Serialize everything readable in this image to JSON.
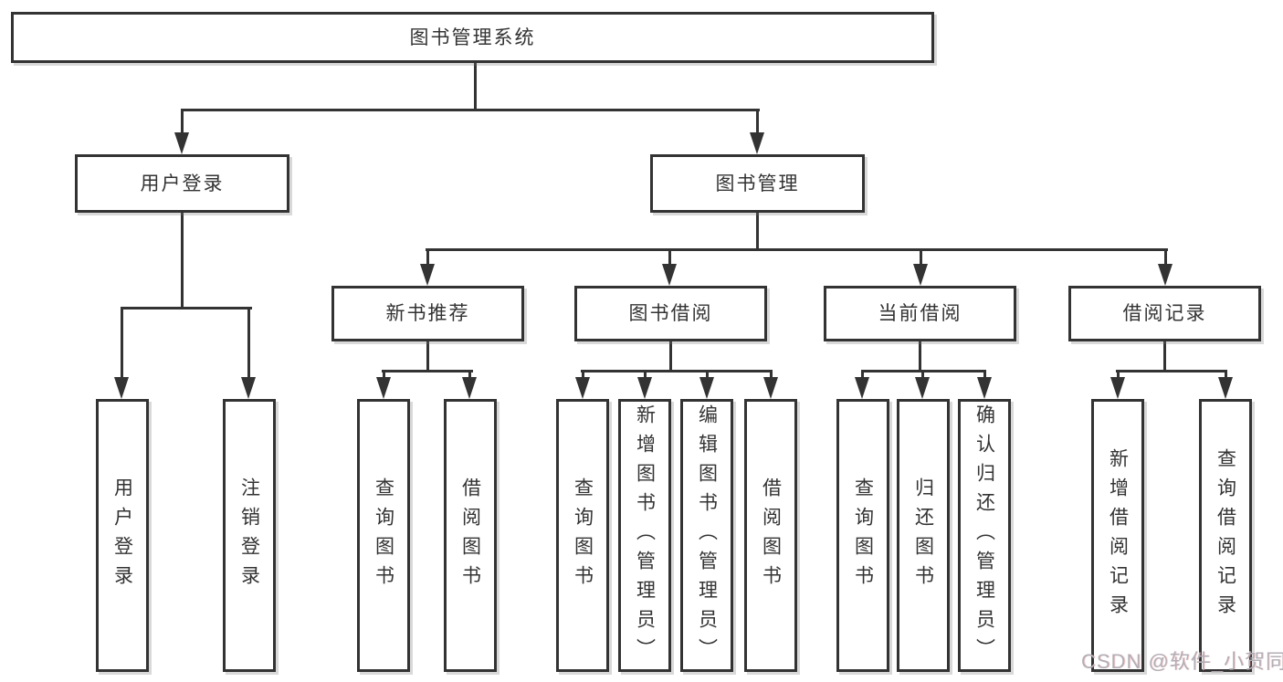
{
  "diagram": {
    "type": "hierarchy-tree",
    "root": {
      "label": "图书管理系统"
    },
    "level2": {
      "user_login": {
        "label": "用户登录"
      },
      "book_mgmt": {
        "label": "图书管理"
      }
    },
    "level3": {
      "new_books": {
        "label": "新书推荐",
        "parent": "图书管理"
      },
      "book_borrow": {
        "label": "图书借阅",
        "parent": "图书管理"
      },
      "current_borrow": {
        "label": "当前借阅",
        "parent": "图书管理"
      },
      "borrow_records": {
        "label": "借阅记录",
        "parent": "图书管理"
      }
    },
    "leaves": {
      "login": {
        "label": "用户登录",
        "parent": "用户登录"
      },
      "logout": {
        "label": "注销登录",
        "parent": "用户登录"
      },
      "nb_query": {
        "label": "查询图书",
        "parent": "新书推荐"
      },
      "nb_borrow": {
        "label": "借阅图书",
        "parent": "新书推荐"
      },
      "bw_query": {
        "label": "查询图书",
        "parent": "图书借阅"
      },
      "bw_add": {
        "label": "新增图书（管理员）",
        "parent": "图书借阅"
      },
      "bw_edit": {
        "label": "编辑图书（管理员）",
        "parent": "图书借阅"
      },
      "bw_borrow": {
        "label": "借阅图书",
        "parent": "图书借阅"
      },
      "cur_query": {
        "label": "查询图书",
        "parent": "当前借阅"
      },
      "cur_return": {
        "label": "归还图书",
        "parent": "当前借阅"
      },
      "cur_confirm": {
        "label": "确认归还（管理员）",
        "parent": "当前借阅"
      },
      "rec_add": {
        "label": "新增借阅记录",
        "parent": "借阅记录"
      },
      "rec_query": {
        "label": "查询借阅记录",
        "parent": "借阅记录"
      }
    }
  },
  "watermark": {
    "text": "CSDN @软件_小贺同学"
  },
  "colors": {
    "line": "#333333",
    "text": "#333333",
    "background": "#ffffff",
    "watermark": "#b3aeb6"
  }
}
